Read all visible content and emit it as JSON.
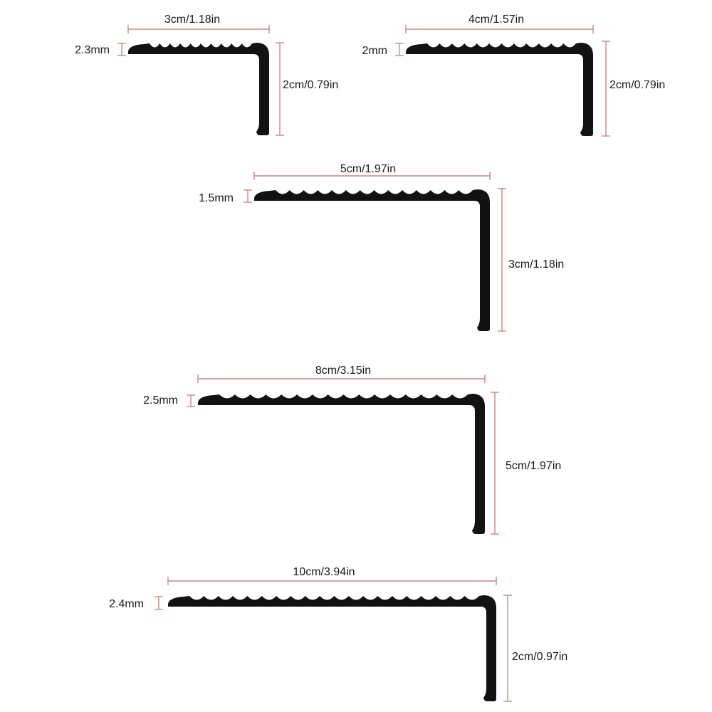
{
  "colors": {
    "profile": "#121212",
    "dimension_line": "#c98880",
    "text": "#1a1a1a",
    "background": "#ffffff"
  },
  "profiles": [
    {
      "id": "profile-1",
      "width_label": "3cm/1.18in",
      "thickness_label": "2.3mm",
      "height_label": "2cm/0.79in"
    },
    {
      "id": "profile-2",
      "width_label": "4cm/1.57in",
      "thickness_label": "2mm",
      "height_label": "2cm/0.79in"
    },
    {
      "id": "profile-3",
      "width_label": "5cm/1.97in",
      "thickness_label": "1.5mm",
      "height_label": "3cm/1.18in"
    },
    {
      "id": "profile-4",
      "width_label": "8cm/3.15in",
      "thickness_label": "2.5mm",
      "height_label": "5cm/1.97in"
    },
    {
      "id": "profile-5",
      "width_label": "10cm/3.94in",
      "thickness_label": "2.4mm",
      "height_label": "2cm/0.97in"
    }
  ]
}
